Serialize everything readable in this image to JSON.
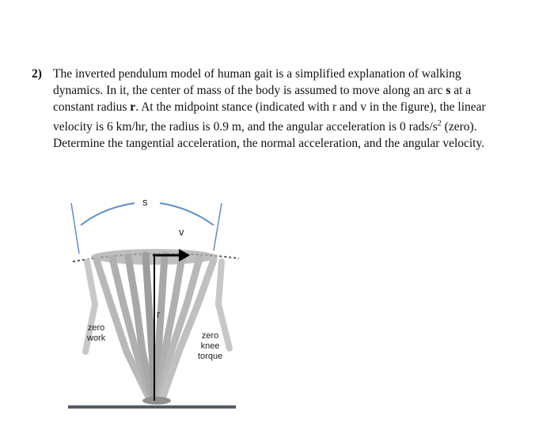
{
  "problem": {
    "number": "2)",
    "lines": [
      "The inverted pendulum model of human gait is a simplified explanation of walking",
      "dynamics.  In it, the center of mass of the body is assumed to move along an arc ",
      "constant radius ",
      "velocity is 6 km/hr, the radius is 0.9 m, and the angular acceleration is 0 rads/s",
      "Determine the tangential acceleration, the normal acceleration, and the angular velocity."
    ],
    "line2_bold": "s",
    "line2_tail": " at a",
    "line3_bold": "r",
    "line3_tail": ".  At the midpoint stance (indicated with r and v in the figure), the linear",
    "line4_sup": "2",
    "line4_tail": " (zero)."
  },
  "figure": {
    "labels": {
      "s": "s",
      "v": "v",
      "r": "r",
      "zero_work": [
        "zero",
        "work"
      ],
      "zero_knee_torque": [
        "zero",
        "knee",
        "torque"
      ]
    },
    "colors": {
      "arc": "#5b8fc9",
      "legs": "#b8b8b8",
      "legs_dark": "#8f8f8f",
      "arrow": "#000000",
      "ground": "#555a66",
      "dashed": "#555555"
    }
  }
}
